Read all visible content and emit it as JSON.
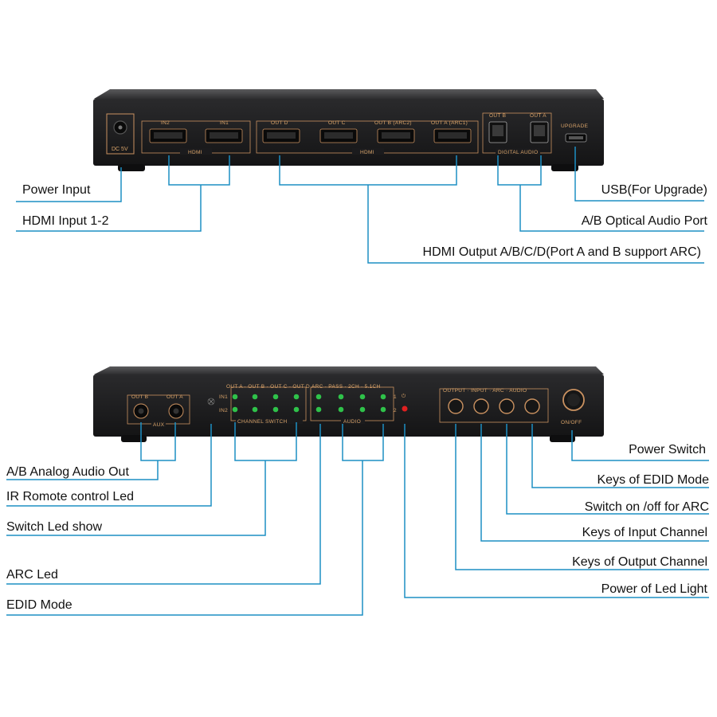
{
  "top_device": {
    "panel_labels": {
      "dc": "DC 5V",
      "in2": "IN2",
      "in1": "IN1",
      "hdmi_in_group": "HDMI",
      "out_d": "OUT D",
      "out_c": "OUT C",
      "out_b": "OUT B (ARC2)",
      "out_a": "OUT A (ARC1)",
      "hdmi_out_group": "HDMI",
      "opt_out_b": "OUT B",
      "opt_out_a": "OUT A",
      "digital_audio": "DIGITAL AUDIO",
      "upgrade": "UPGRADE"
    },
    "callouts": {
      "power_input": "Power Input",
      "hdmi_input": "HDMI Input 1-2",
      "usb": "USB(For Upgrade)",
      "optical": "A/B Optical Audio Port",
      "hdmi_output": "HDMI Output A/B/C/D(Port A and B support ARC)"
    }
  },
  "bottom_device": {
    "panel_labels": {
      "aux_out_b": "OUT B",
      "aux_out_a": "OUT A",
      "aux": "AUX",
      "out_header": "OUT A · OUT B · OUT C · OUT D",
      "in1": "IN1",
      "in2": "IN2",
      "channel_switch": "CHANNEL SWITCH",
      "audio_header": "ARC · PASS · 2CH · 5.1CH",
      "audio": "AUDIO",
      "row1": "1",
      "row2": "2",
      "keys_header": "OUTPUT · INPUT · ARC · AUDIO",
      "on_off": "ON/OFF"
    },
    "callouts": {
      "ab_analog": "A/B Analog Audio Out",
      "ir_led": "IR Romote control Led",
      "switch_led": "Switch Led show",
      "arc_led": "ARC Led",
      "edid_mode": "EDID Mode",
      "power_switch": "Power Switch",
      "keys_edid": "Keys of EDID Mode",
      "switch_arc": "Switch on /off for ARC",
      "keys_input": "Keys of Input Channel",
      "keys_output": "Keys of Output Channel",
      "power_led": "Power of Led Light"
    }
  },
  "colors": {
    "leader_line": "#1d8fc4",
    "device_body": "#1b1b1d",
    "panel_print": "#d9a46a",
    "led_green": "#2fc24a",
    "led_red": "#e02020"
  }
}
